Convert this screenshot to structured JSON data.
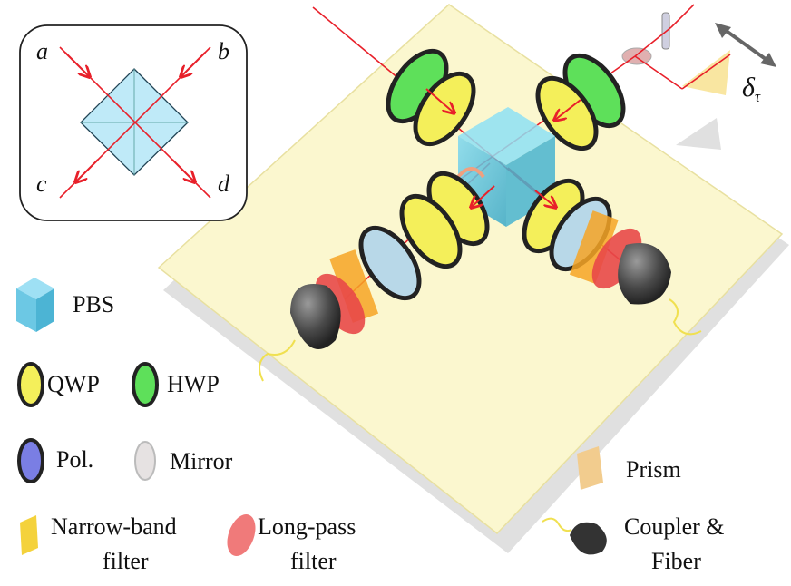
{
  "inset": {
    "ports": {
      "a": "a",
      "b": "b",
      "c": "c",
      "d": "d"
    }
  },
  "delay_symbol": {
    "base": "δ",
    "sub": "τ"
  },
  "legend": {
    "pbs": "PBS",
    "qwp": "QWP",
    "hwp": "HWP",
    "pol": "Pol.",
    "mirror": "Mirror",
    "narrow_line1": "Narrow-band",
    "narrow_line2": "filter",
    "longpass_line1": "Long-pass",
    "longpass_line2": "filter",
    "prism": "Prism",
    "coupler_line1": "Coupler &",
    "coupler_line2": "Fiber"
  },
  "colors": {
    "beam": "#e8202a",
    "pbs": "#5fc8e8",
    "qwp": "#f4ef5a",
    "hwp": "#5ee05a",
    "polarizer": "#8a8ee8",
    "longpass": "#e84848",
    "narrowband": "#f4d23c",
    "prism": "#f0c890",
    "breadboard": "#fbf7cf",
    "coupler": "#4a4a4a"
  }
}
